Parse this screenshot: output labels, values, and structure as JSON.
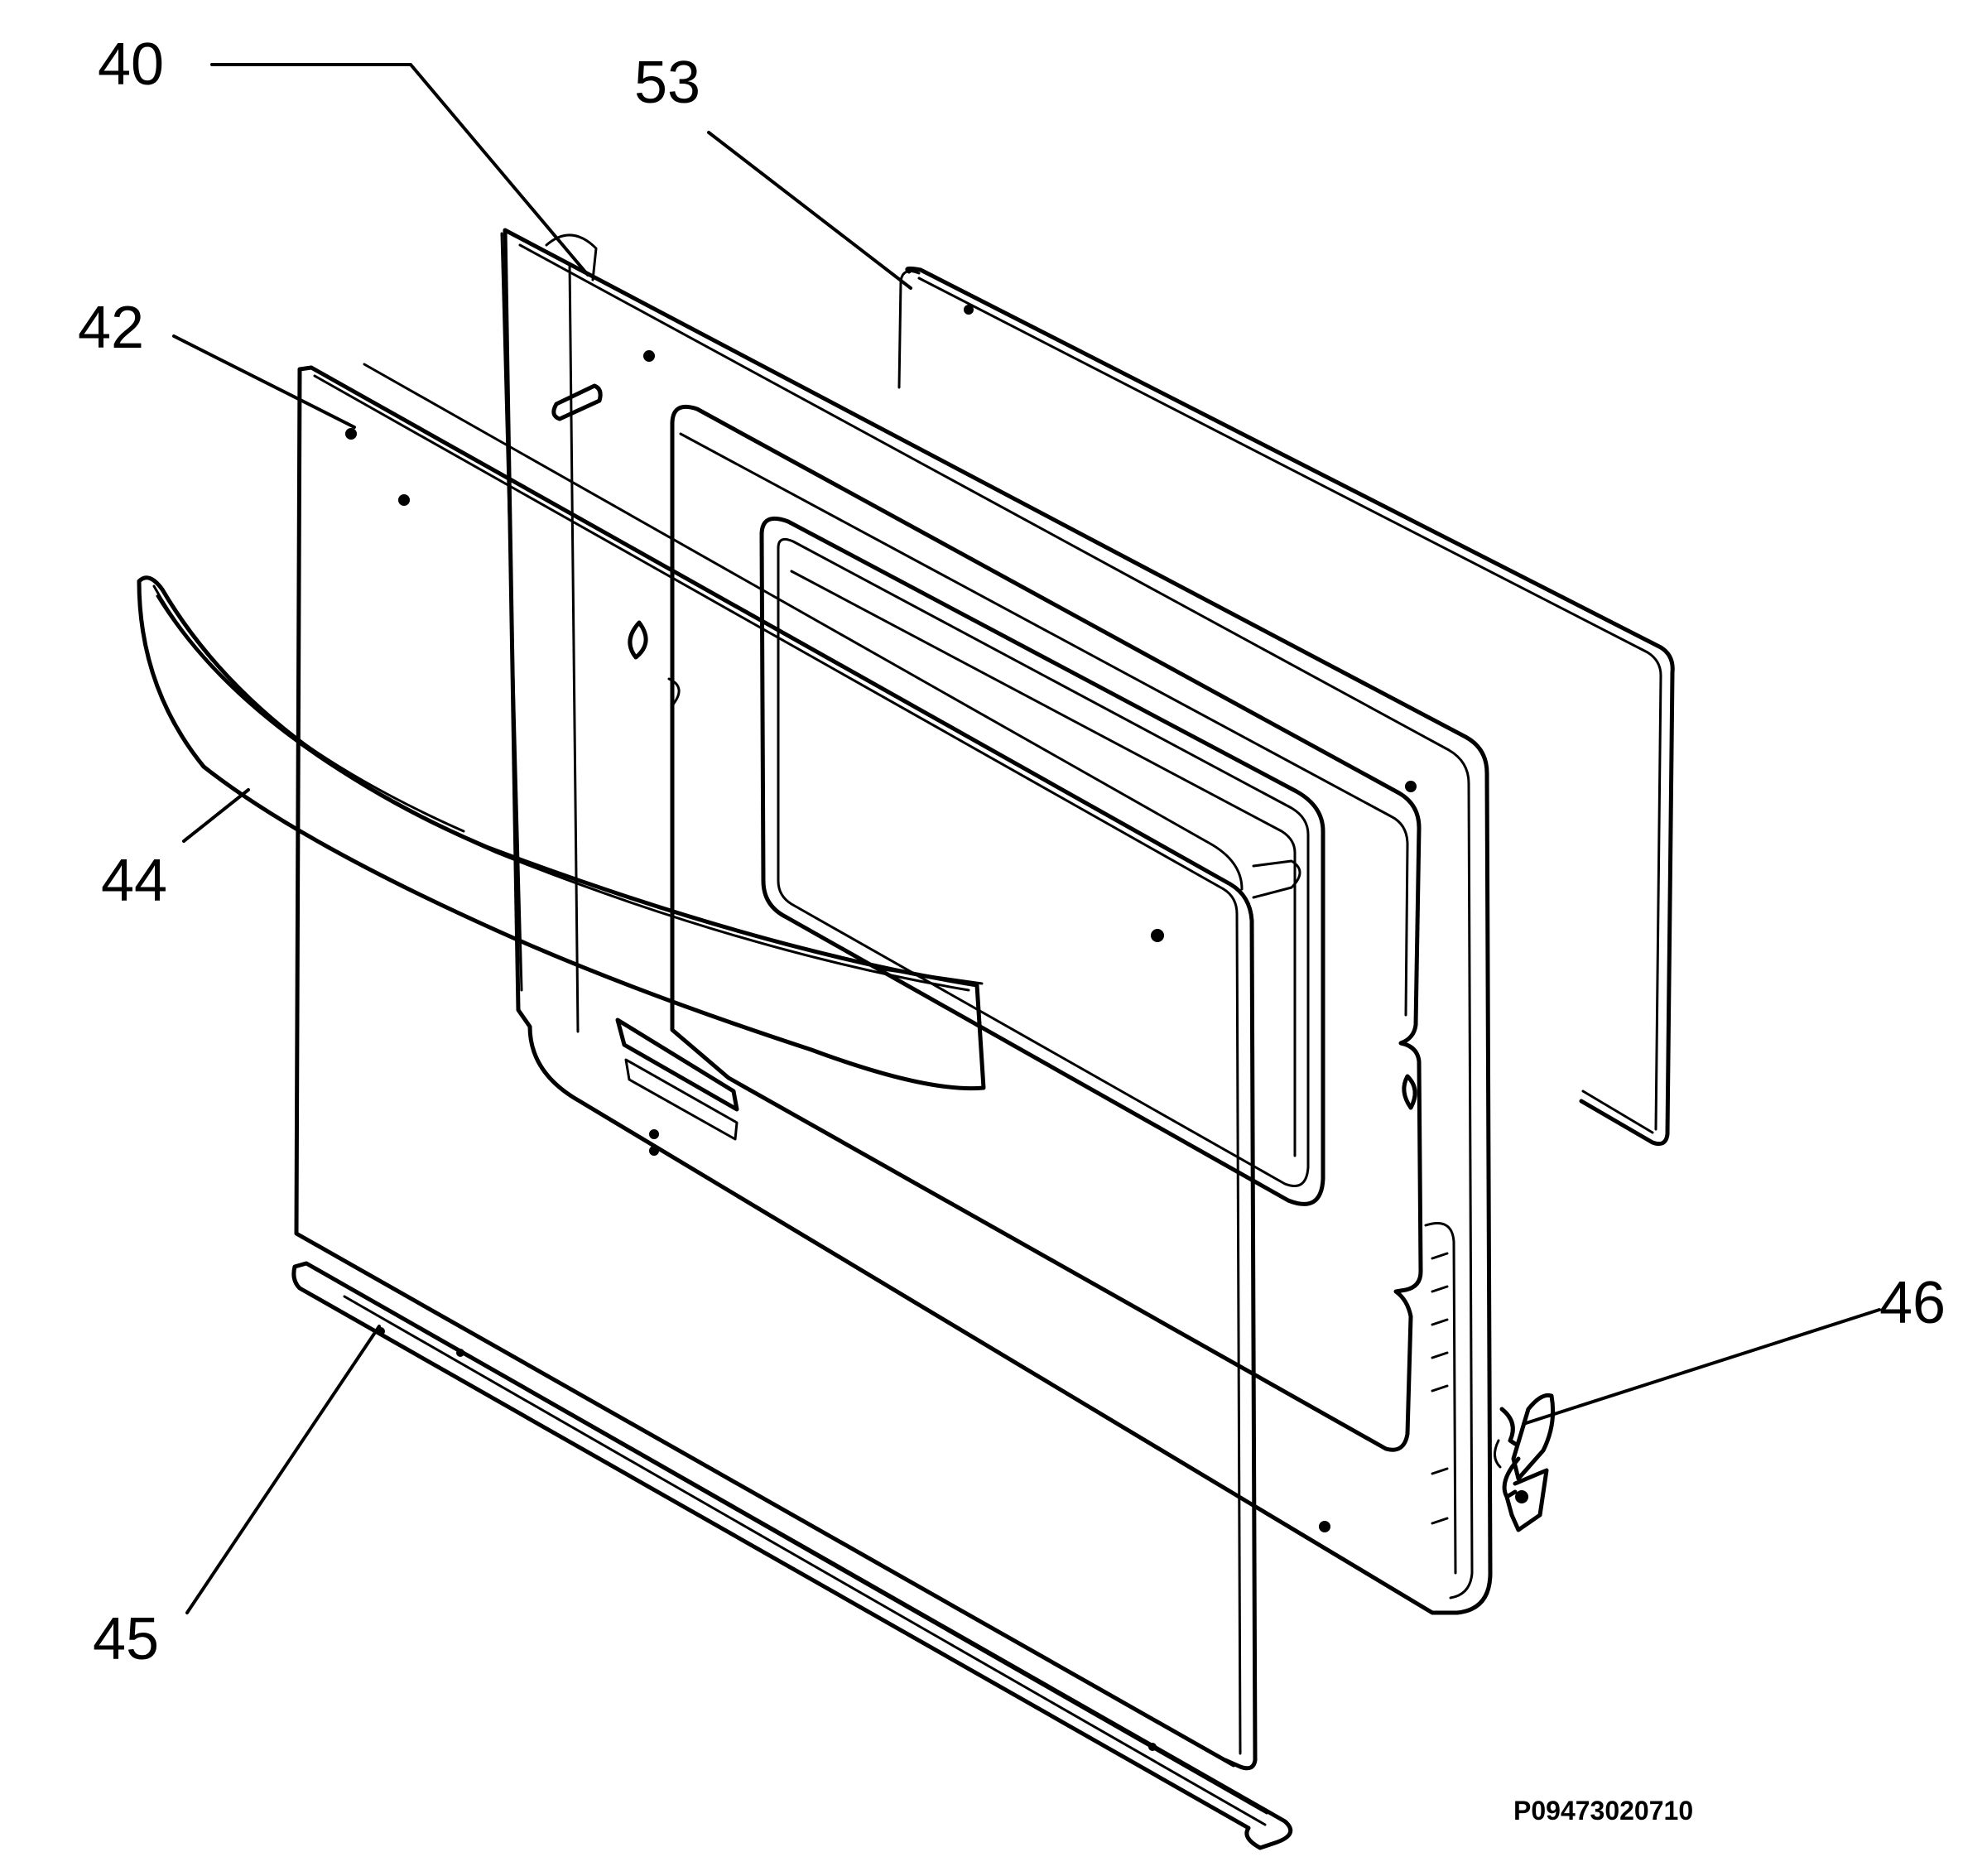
{
  "callouts": [
    {
      "id": "40",
      "label": "40",
      "part": "inner-door-frame"
    },
    {
      "id": "53",
      "label": "53",
      "part": "rear-glass-panel"
    },
    {
      "id": "42",
      "label": "42",
      "part": "outer-door-panel"
    },
    {
      "id": "44",
      "label": "44",
      "part": "door-handle"
    },
    {
      "id": "45",
      "label": "45",
      "part": "bottom-trim-strip"
    },
    {
      "id": "46",
      "label": "46",
      "part": "door-hinge"
    }
  ],
  "drawing_code": "P09473020710",
  "colors": {
    "ink": "#000000",
    "paper": "#ffffff"
  }
}
